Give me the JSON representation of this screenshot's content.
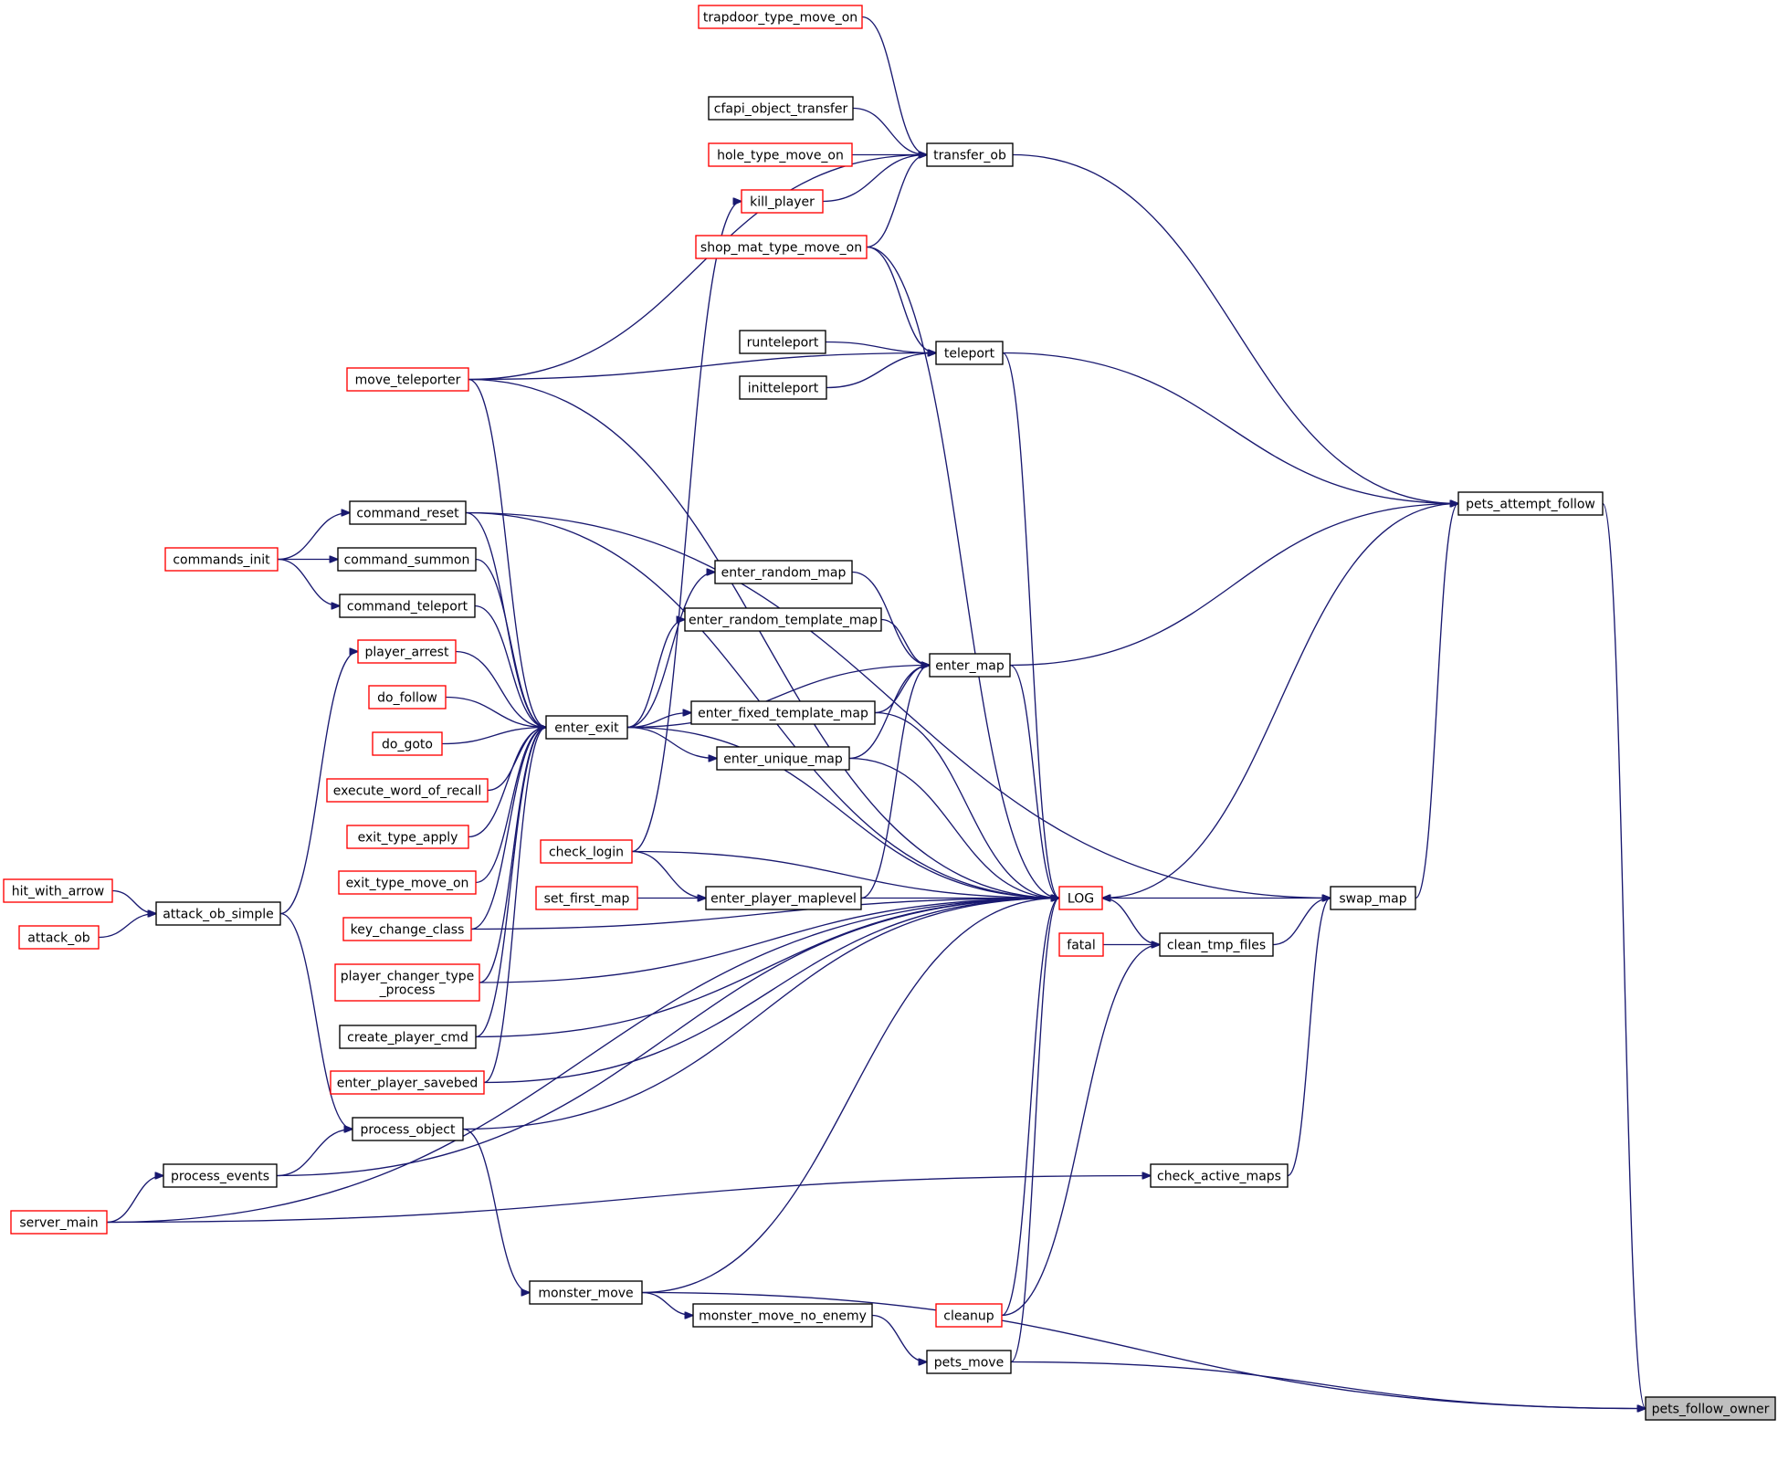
{
  "colors": {
    "edge": "#191970",
    "doc_border": "#000000",
    "nodoc_border": "#ff0000",
    "root_fill": "#bfbfbf"
  },
  "nodes": {
    "trapdoor_type_move_on": {
      "label": "trapdoor_type_move_on",
      "status": "nodoc"
    },
    "cfapi_object_transfer": {
      "label": "cfapi_object_transfer",
      "status": "doc"
    },
    "hole_type_move_on": {
      "label": "hole_type_move_on",
      "status": "nodoc"
    },
    "transfer_ob": {
      "label": "transfer_ob",
      "status": "doc"
    },
    "kill_player": {
      "label": "kill_player",
      "status": "nodoc"
    },
    "shop_mat_type_move_on": {
      "label": "shop_mat_type_move_on",
      "status": "nodoc"
    },
    "runteleport": {
      "label": "runteleport",
      "status": "doc"
    },
    "teleport": {
      "label": "teleport",
      "status": "doc"
    },
    "initteleport": {
      "label": "initteleport",
      "status": "doc"
    },
    "move_teleporter": {
      "label": "move_teleporter",
      "status": "nodoc"
    },
    "pets_attempt_follow": {
      "label": "pets_attempt_follow",
      "status": "doc"
    },
    "command_reset": {
      "label": "command_reset",
      "status": "doc"
    },
    "commands_init": {
      "label": "commands_init",
      "status": "nodoc"
    },
    "command_summon": {
      "label": "command_summon",
      "status": "doc"
    },
    "enter_random_map": {
      "label": "enter_random_map",
      "status": "doc"
    },
    "command_teleport": {
      "label": "command_teleport",
      "status": "doc"
    },
    "enter_random_template_map": {
      "label": "enter_random_template_map",
      "status": "doc"
    },
    "player_arrest": {
      "label": "player_arrest",
      "status": "nodoc"
    },
    "enter_map": {
      "label": "enter_map",
      "status": "doc"
    },
    "do_follow": {
      "label": "do_follow",
      "status": "nodoc"
    },
    "enter_fixed_template_map": {
      "label": "enter_fixed_template_map",
      "status": "doc"
    },
    "enter_exit": {
      "label": "enter_exit",
      "status": "doc"
    },
    "do_goto": {
      "label": "do_goto",
      "status": "nodoc"
    },
    "enter_unique_map": {
      "label": "enter_unique_map",
      "status": "doc"
    },
    "execute_word_of_recall": {
      "label": "execute_word_of_recall",
      "status": "nodoc"
    },
    "exit_type_apply": {
      "label": "exit_type_apply",
      "status": "nodoc"
    },
    "check_login": {
      "label": "check_login",
      "status": "nodoc"
    },
    "exit_type_move_on": {
      "label": "exit_type_move_on",
      "status": "nodoc"
    },
    "hit_with_arrow": {
      "label": "hit_with_arrow",
      "status": "nodoc"
    },
    "set_first_map": {
      "label": "set_first_map",
      "status": "nodoc"
    },
    "enter_player_maplevel": {
      "label": "enter_player_maplevel",
      "status": "doc"
    },
    "LOG": {
      "label": "LOG",
      "status": "nodoc"
    },
    "swap_map": {
      "label": "swap_map",
      "status": "doc"
    },
    "attack_ob_simple": {
      "label": "attack_ob_simple",
      "status": "doc"
    },
    "attack_ob": {
      "label": "attack_ob",
      "status": "nodoc"
    },
    "key_change_class": {
      "label": "key_change_class",
      "status": "nodoc"
    },
    "fatal": {
      "label": "fatal",
      "status": "nodoc"
    },
    "clean_tmp_files": {
      "label": "clean_tmp_files",
      "status": "doc"
    },
    "player_changer_type_process": {
      "label": [
        "player_changer_type",
        "_process"
      ],
      "status": "nodoc"
    },
    "create_player_cmd": {
      "label": "create_player_cmd",
      "status": "doc"
    },
    "enter_player_savebed": {
      "label": "enter_player_savebed",
      "status": "nodoc"
    },
    "process_object": {
      "label": "process_object",
      "status": "doc"
    },
    "check_active_maps": {
      "label": "check_active_maps",
      "status": "doc"
    },
    "process_events": {
      "label": "process_events",
      "status": "doc"
    },
    "server_main": {
      "label": "server_main",
      "status": "nodoc"
    },
    "monster_move": {
      "label": "monster_move",
      "status": "doc"
    },
    "monster_move_no_enemy": {
      "label": "monster_move_no_enemy",
      "status": "doc"
    },
    "cleanup": {
      "label": "cleanup",
      "status": "nodoc"
    },
    "pets_move": {
      "label": "pets_move",
      "status": "doc"
    },
    "pets_follow_owner": {
      "label": "pets_follow_owner",
      "status": "root"
    }
  },
  "edges": [
    [
      "trapdoor_type_move_on",
      "transfer_ob"
    ],
    [
      "cfapi_object_transfer",
      "transfer_ob"
    ],
    [
      "hole_type_move_on",
      "transfer_ob"
    ],
    [
      "kill_player",
      "transfer_ob"
    ],
    [
      "shop_mat_type_move_on",
      "transfer_ob"
    ],
    [
      "move_teleporter",
      "transfer_ob"
    ],
    [
      "check_login",
      "kill_player"
    ],
    [
      "shop_mat_type_move_on",
      "teleport"
    ],
    [
      "runteleport",
      "teleport"
    ],
    [
      "initteleport",
      "teleport"
    ],
    [
      "move_teleporter",
      "teleport"
    ],
    [
      "transfer_ob",
      "pets_attempt_follow"
    ],
    [
      "teleport",
      "pets_attempt_follow"
    ],
    [
      "enter_map",
      "pets_attempt_follow"
    ],
    [
      "swap_map",
      "pets_attempt_follow"
    ],
    [
      "commands_init",
      "command_reset"
    ],
    [
      "commands_init",
      "command_summon"
    ],
    [
      "commands_init",
      "command_teleport"
    ],
    [
      "attack_ob_simple",
      "player_arrest"
    ],
    [
      "move_teleporter",
      "enter_exit"
    ],
    [
      "command_reset",
      "enter_exit"
    ],
    [
      "command_summon",
      "enter_exit"
    ],
    [
      "command_teleport",
      "enter_exit"
    ],
    [
      "player_arrest",
      "enter_exit"
    ],
    [
      "do_follow",
      "enter_exit"
    ],
    [
      "do_goto",
      "enter_exit"
    ],
    [
      "execute_word_of_recall",
      "enter_exit"
    ],
    [
      "exit_type_apply",
      "enter_exit"
    ],
    [
      "exit_type_move_on",
      "enter_exit"
    ],
    [
      "key_change_class",
      "enter_exit"
    ],
    [
      "player_changer_type_process",
      "enter_exit"
    ],
    [
      "create_player_cmd",
      "enter_exit"
    ],
    [
      "enter_player_savebed",
      "enter_exit"
    ],
    [
      "enter_exit",
      "enter_random_map"
    ],
    [
      "enter_exit",
      "enter_random_template_map"
    ],
    [
      "enter_exit",
      "enter_map"
    ],
    [
      "enter_exit",
      "enter_fixed_template_map"
    ],
    [
      "enter_exit",
      "enter_unique_map"
    ],
    [
      "enter_random_map",
      "enter_map"
    ],
    [
      "enter_random_template_map",
      "enter_map"
    ],
    [
      "enter_fixed_template_map",
      "enter_map"
    ],
    [
      "enter_unique_map",
      "enter_map"
    ],
    [
      "enter_player_maplevel",
      "enter_map"
    ],
    [
      "check_login",
      "enter_player_maplevel"
    ],
    [
      "set_first_map",
      "enter_player_maplevel"
    ],
    [
      "hit_with_arrow",
      "attack_ob_simple"
    ],
    [
      "attack_ob",
      "attack_ob_simple"
    ],
    [
      "attack_ob_simple",
      "process_object"
    ],
    [
      "process_events",
      "process_object"
    ],
    [
      "server_main",
      "process_events"
    ],
    [
      "process_object",
      "monster_move"
    ],
    [
      "monster_move",
      "monster_move_no_enemy"
    ],
    [
      "monster_move_no_enemy",
      "pets_move"
    ],
    [
      "swap_map",
      "LOG"
    ],
    [
      "shop_mat_type_move_on",
      "LOG"
    ],
    [
      "teleport",
      "LOG"
    ],
    [
      "move_teleporter",
      "LOG"
    ],
    [
      "pets_attempt_follow",
      "LOG"
    ],
    [
      "command_reset",
      "LOG"
    ],
    [
      "enter_map",
      "LOG"
    ],
    [
      "enter_fixed_template_map",
      "LOG"
    ],
    [
      "enter_unique_map",
      "LOG"
    ],
    [
      "enter_exit",
      "LOG"
    ],
    [
      "check_login",
      "LOG"
    ],
    [
      "enter_player_maplevel",
      "LOG"
    ],
    [
      "key_change_class",
      "LOG"
    ],
    [
      "player_changer_type_process",
      "LOG"
    ],
    [
      "create_player_cmd",
      "LOG"
    ],
    [
      "enter_player_savebed",
      "LOG"
    ],
    [
      "process_object",
      "LOG"
    ],
    [
      "process_events",
      "LOG"
    ],
    [
      "server_main",
      "LOG"
    ],
    [
      "monster_move",
      "LOG"
    ],
    [
      "cleanup",
      "LOG"
    ],
    [
      "pets_move",
      "LOG"
    ],
    [
      "clean_tmp_files",
      "LOG"
    ],
    [
      "fatal",
      "clean_tmp_files"
    ],
    [
      "clean_tmp_files",
      "swap_map"
    ],
    [
      "cleanup",
      "clean_tmp_files"
    ],
    [
      "check_active_maps",
      "swap_map"
    ],
    [
      "command_reset",
      "swap_map"
    ],
    [
      "server_main",
      "check_active_maps"
    ],
    [
      "pets_attempt_follow",
      "pets_follow_owner"
    ],
    [
      "pets_move",
      "pets_follow_owner"
    ],
    [
      "monster_move",
      "pets_follow_owner"
    ]
  ]
}
